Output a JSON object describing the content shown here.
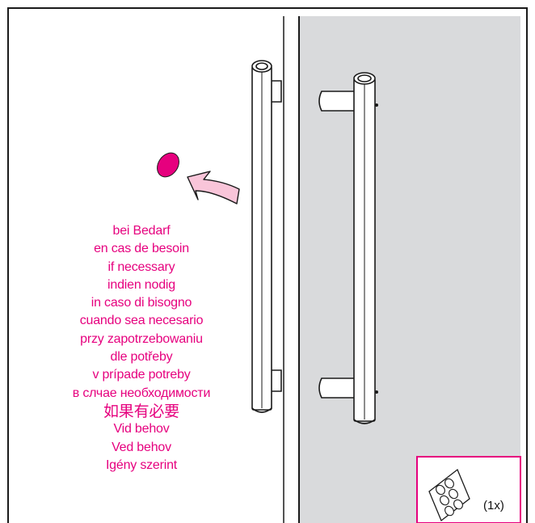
{
  "caption_lines": [
    "bei Bedarf",
    "en cas de besoin",
    "if necessary",
    "indien nodig",
    "in caso di bisogno",
    "cuando sea necesario",
    "przy zapotrzebowaniu",
    "dle potřeby",
    "v prípade potreby",
    "в слчае необходимости",
    "如果有必要",
    "Vid behov",
    "Ved behov",
    "Igény szerint"
  ],
  "accessory_quantity": "(1x)",
  "colors": {
    "accent": "#e6007e",
    "arrow_fill": "#f9c5d9",
    "panel_gray": "#d9dadc",
    "outline": "#1a1a1a"
  }
}
